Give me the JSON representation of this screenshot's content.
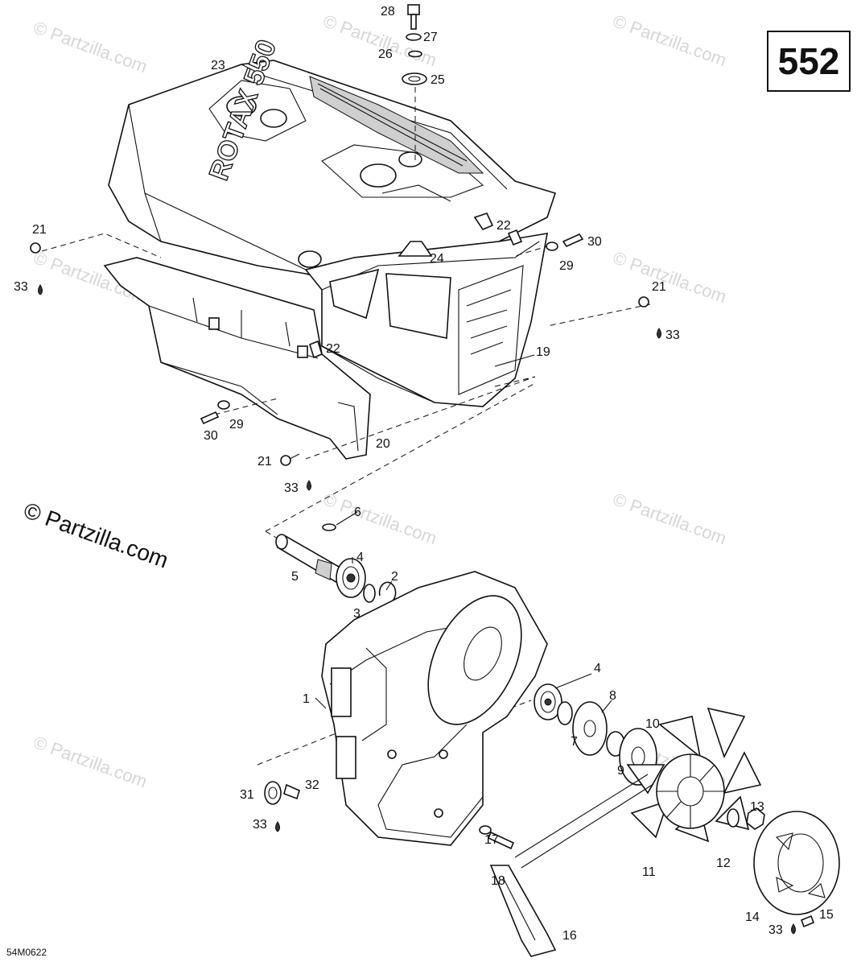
{
  "page_number": "552",
  "copyright": "© Partzilla.com",
  "watermark_text": "© Partzilla.com",
  "drawing_ref": "54M0622",
  "emblem_text": "ROTAX 550",
  "sealant_icon": "drop-icon",
  "callouts": {
    "c1": "1",
    "c2": "2",
    "c3": "3",
    "c4a": "4",
    "c4b": "4",
    "c5": "5",
    "c6": "6",
    "c7": "7",
    "c8": "8",
    "c9": "9",
    "c10": "10",
    "c11": "11",
    "c12": "12",
    "c13": "13",
    "c14": "14",
    "c15": "15",
    "c16": "16",
    "c17": "17",
    "c18": "18",
    "c19": "19",
    "c20": "20",
    "c21a": "21",
    "c21b": "21",
    "c21c": "21",
    "c22a": "22",
    "c22b": "22",
    "c23": "23",
    "c24": "24",
    "c25": "25",
    "c26": "26",
    "c27": "27",
    "c28": "28",
    "c29a": "29",
    "c29b": "29",
    "c30a": "30",
    "c30b": "30",
    "c31": "31",
    "c32": "32",
    "c33a": "33",
    "c33b": "33",
    "c33c": "33",
    "c33d": "33",
    "c33e": "33"
  }
}
